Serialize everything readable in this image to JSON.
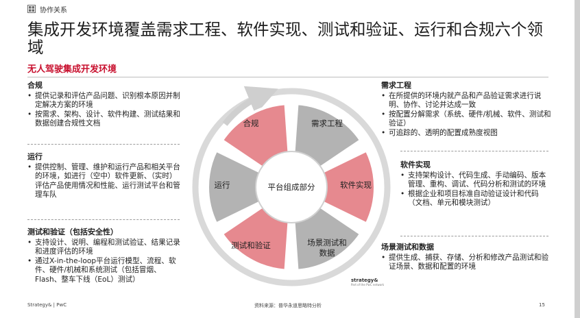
{
  "header": {
    "section_tag": "协作关系",
    "icon": "grid-logo-icon"
  },
  "title": "集成开发环境覆盖需求工程、软件实现、测试和验证、运行和合规六个领域",
  "subtitle": "无人驾驶集成开发环境",
  "left_blocks": {
    "compliance": {
      "heading": "合规",
      "items": [
        "提供记录和评估产品问题、识别根本原因并制定解决方案的环境",
        "按需求、架构、设计、软件构建、测试结果和数据创建合规性文档"
      ]
    },
    "operations": {
      "heading": "运行",
      "items": [
        "提供控制、管理、维护和运行产品和相关平台的环境，如进行（空中）软件更新、（实时）评估产品使用情况和性能、运行测试平台和管理车队"
      ]
    },
    "testing": {
      "heading": "测试和验证（包括安全性）",
      "items": [
        "支持设计、说明、编程和测试验证、结果记录和进度评估的环境",
        "通过X-in-the-loop平台运行模型、流程、软件、硬件/机械和系统测试（包括冒烟、Flash、整车下线（EoL）测试）"
      ]
    }
  },
  "right_blocks": {
    "requirements": {
      "heading": "需求工程",
      "items": [
        "在所提供的环境内就产品和产品验证需求进行说明、协作、讨论并达成一致",
        "按配置分解需求（系统、硬件/机械、软件、测试和验证）",
        "可追踪的、透明的配置成熟度视图"
      ]
    },
    "software": {
      "heading": "软件实现",
      "items": [
        "支持架构设计、代码生成、手动编码、版本管理、重构、调试、代码分析和测试的环境",
        "根据企业和项目标准自动验证设计和代码（文档、单元和模块测试）"
      ]
    },
    "scenario": {
      "heading": "场景测试和数据",
      "items": [
        "提供生成、捕获、存储、分析和修改产品测试和验证场景、数据和配置的环境"
      ]
    }
  },
  "diagram": {
    "center": "平台组成部分",
    "petals": [
      {
        "label": "合规",
        "color": "#e6898f"
      },
      {
        "label": "需求工程",
        "color": "#b3b3b3"
      },
      {
        "label": "软件实现",
        "color": "#e6898f"
      },
      {
        "label": "场景测试和",
        "label2": "数据",
        "color": "#b3b3b3"
      },
      {
        "label": "测试和验证",
        "color": "#e6898f"
      },
      {
        "label": "运行",
        "color": "#b3b3b3"
      }
    ]
  },
  "brand_mark": {
    "main": "strategy&",
    "sub": "Part of the PwC network"
  },
  "footer": {
    "left": "Strategy& | PwC",
    "source": "资料来源：普华永道思略特分析",
    "page": "15"
  }
}
